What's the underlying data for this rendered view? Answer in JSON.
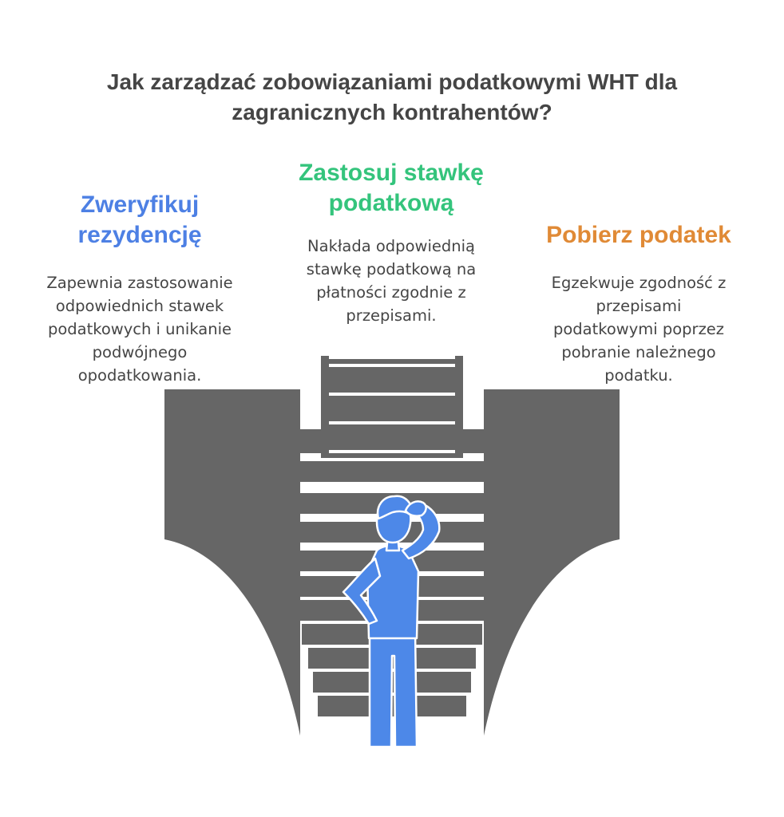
{
  "title": {
    "line1": "Jak zarządzać zobowiązaniami podatkowymi WHT dla",
    "line2": "zagranicznych kontrahentów?"
  },
  "colors": {
    "title": "#454545",
    "left_accent": "#4D80E4",
    "middle_accent": "#34C47C",
    "right_accent": "#E08A36",
    "stairs": "#666666",
    "person": "#4D88E8",
    "description": "#454545"
  },
  "steps": {
    "left": {
      "heading": [
        "Zweryfikuj",
        "rezydencję"
      ],
      "description": [
        "Zapewnia zastosowanie",
        "odpowiednich stawek",
        "podatkowych i unikanie",
        "podwójnego",
        "opodatkowania."
      ]
    },
    "middle": {
      "heading": [
        "Zastosuj stawkę",
        "podatkową"
      ],
      "description": [
        "Nakłada odpowiednią",
        "stawkę podatkową na",
        "płatności zgodnie z",
        "przepisami."
      ]
    },
    "right": {
      "heading": [
        "Pobierz podatek"
      ],
      "description": [
        "Egzekwuje zgodność z",
        "przepisami",
        "podatkowymi poprzez",
        "pobranie należnego",
        "podatku."
      ]
    }
  },
  "illustration": {
    "stairs_icon": "three-way-staircase-icon",
    "person_icon": "thinking-person-icon"
  }
}
